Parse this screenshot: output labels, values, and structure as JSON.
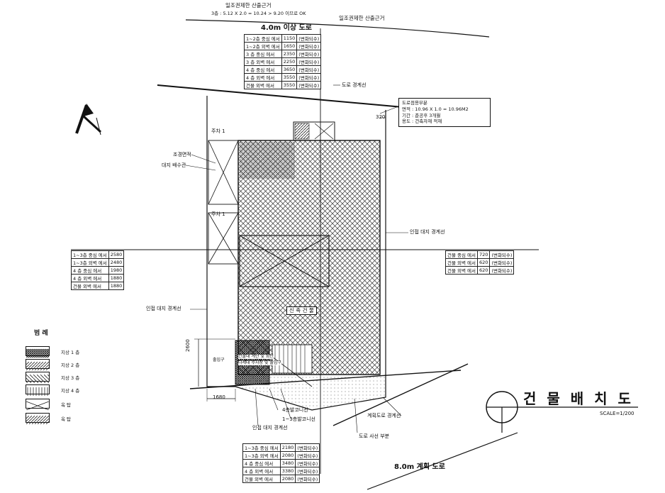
{
  "top_note": {
    "title": "일조권제한 산출근거",
    "formula": "3층 : 5.12  X 2.0 = 10.24 > 9.20 이므로 OK"
  },
  "top_right_note": "일조권제한 산출근거",
  "road_top": "4.0m 이상 도로",
  "road_bottom": "8.0m 계획 도로",
  "table_top": [
    [
      "1~2층 중심 에서",
      "1150",
      "(변화되수)"
    ],
    [
      "1~2층 외벽 에서",
      "1650",
      "(변화되수)"
    ],
    [
      "3 층 중심 에서",
      "2350",
      "(변화되수)"
    ],
    [
      "3 층 외벽 에서",
      "2250",
      "(변화되수)"
    ],
    [
      "4 층 중심 에서",
      "3650",
      "(변화되수)"
    ],
    [
      "4 층 외벽 에서",
      "3550",
      "(변화되수)"
    ],
    [
      "건물 외벽 에서",
      "3550",
      "(변화되수)"
    ]
  ],
  "table_left": [
    [
      "1~3층 중심 에서",
      "2580"
    ],
    [
      "1~3층 외벽 에서",
      "2480"
    ],
    [
      "4 층 중심 에서",
      "1980"
    ],
    [
      "4 층 외벽 에서",
      "1880"
    ],
    [
      "건물 외벽 에서",
      "1880"
    ]
  ],
  "table_right": [
    [
      "건물 중심 에서",
      "720",
      "(변화되수)"
    ],
    [
      "건물 외벽 에서",
      "620",
      "(변화되수)"
    ],
    [
      "건물 외벽 에서",
      "620",
      "(변화되수)"
    ]
  ],
  "table_bottom": [
    [
      "1~3층 중심 에서",
      "2180",
      "(변화되수)"
    ],
    [
      "1~3층 외벽 에서",
      "2080",
      "(변화되수)"
    ],
    [
      "4 층 중심 에서",
      "3480",
      "(변화되수)"
    ],
    [
      "4 층 외벽 에서",
      "3380",
      "(변화되수)"
    ],
    [
      "건물 외벽 에서",
      "2080",
      "(변화되수)"
    ]
  ],
  "road_boundary_top": "도로 경계선",
  "road_boundary_plan": "계획도로 경계선",
  "adjacent_boundary_right": "인접 대지 경계선",
  "adjacent_boundary_left": "인접 대지 경계선",
  "adjacent_boundary_bottom": "인접 대지 경계선",
  "corner_cut": "도로 사선 부분",
  "area_box": {
    "title": "도로점용부분",
    "line1": "면적 : 10.96 X 1.0 = 10.96M2",
    "line2": "기간 : 준공후 3개월",
    "line3": "용도 : 건축자재 적재"
  },
  "dim_320": "320",
  "dim_2600": "2600",
  "dim_1680": "1680",
  "parking1": "주차 1",
  "parking2": "주차 1",
  "landscape": "조경면적",
  "drain": "대지 배수관",
  "building_label": "신 축 건 물",
  "entrance": "출입구",
  "stair_text1": "건물내 계단 및 화단",
  "stair_text2": "다세대 주차장 및 출입구",
  "callout_4f": "4층발코니선",
  "callout_13f": "1~3층발코니선",
  "legend": {
    "title": "범 례",
    "items": [
      "지상 1 층",
      "지상 2 층",
      "지상 3 층",
      "지상 4 층",
      "옥 탑",
      "옥 탑"
    ]
  },
  "drawing_title": "건 물 배 치 도",
  "scale": "SCALE=1/200"
}
